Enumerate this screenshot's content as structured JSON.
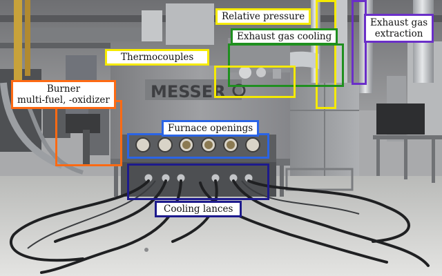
{
  "image": {
    "brand_plate_text": "MESSER"
  },
  "annotations": {
    "relative_pressure": {
      "label": "Relative pressure",
      "color": "#f5ea00"
    },
    "exhaust_gas_cooling": {
      "label": "Exhaust gas cooling",
      "color": "#1f8f1f"
    },
    "exhaust_gas_extraction": {
      "lines": [
        "Exhaust gas",
        "extraction"
      ],
      "color": "#6a2fc8"
    },
    "thermocouples": {
      "label": "Thermocouples",
      "color": "#f5ea00"
    },
    "burner": {
      "lines": [
        "Burner",
        "multi-fuel, -oxidizer"
      ],
      "color": "#ff6a13"
    },
    "furnace_openings": {
      "label": "Furnace openings",
      "color": "#2a64e6"
    },
    "cooling_lances": {
      "label": "Cooling lances",
      "color": "#1d1a8c"
    }
  }
}
